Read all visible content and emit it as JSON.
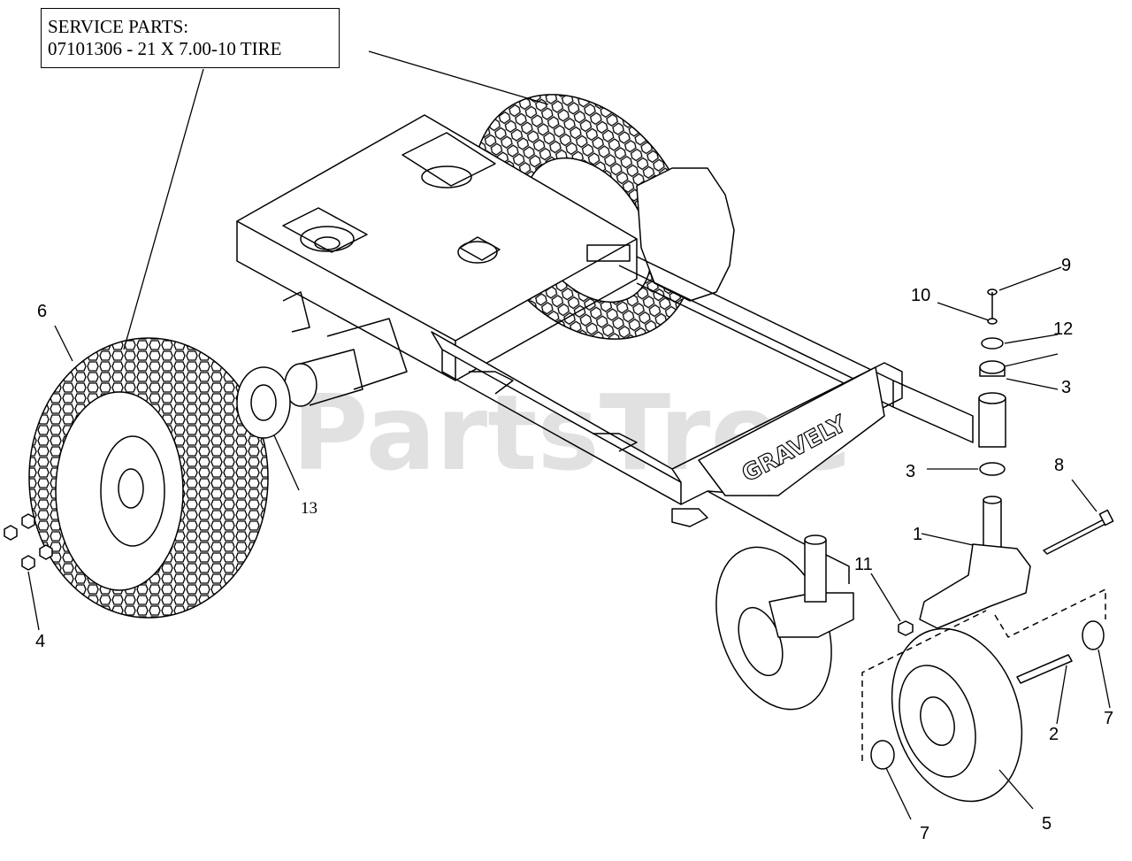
{
  "service_parts": {
    "title": "SERVICE PARTS:",
    "line": "07101306 - 21 X 7.00-10 TIRE"
  },
  "watermark": "PartsTree",
  "brand_decal": "GRAVELY",
  "callouts": [
    "1",
    "2",
    "3",
    "3",
    "4",
    "5",
    "6",
    "7",
    "7",
    "8",
    "9",
    "10",
    "11",
    "12",
    "13"
  ]
}
